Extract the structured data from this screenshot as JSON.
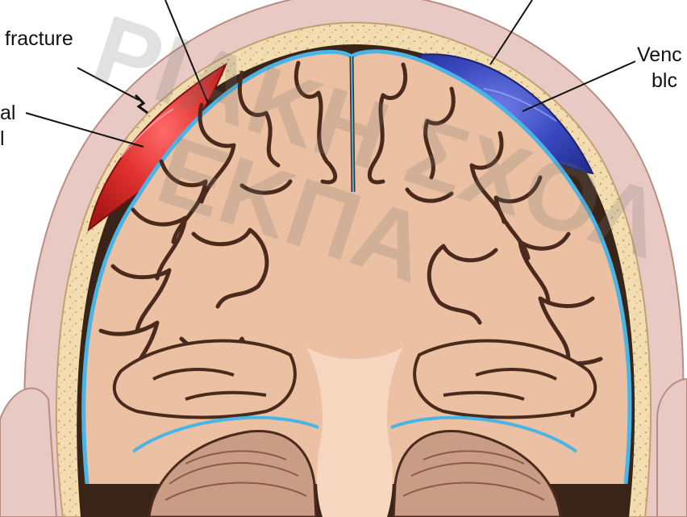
{
  "labels": {
    "fracture": "fracture",
    "left_partial_top": "al",
    "left_partial_bottom": "l",
    "right_partial_top": "Venc",
    "right_partial_bottom": "blc"
  },
  "watermark": {
    "line1": "ΡΙΑΚΗ ΣΧΟΛ",
    "line2": "ΕΚΠΑ"
  },
  "colors": {
    "skin": "#e9c9c3",
    "bone": "#f3ddb0",
    "brain": "#ecc0a2",
    "brain_dark": "#d9a486",
    "sulcus": "#4a2a1c",
    "meninges": "#49b4e6",
    "arterial_blood": "#e0312f",
    "venous_blood": "#3a49bf",
    "cerebellum": "#c99c86"
  }
}
